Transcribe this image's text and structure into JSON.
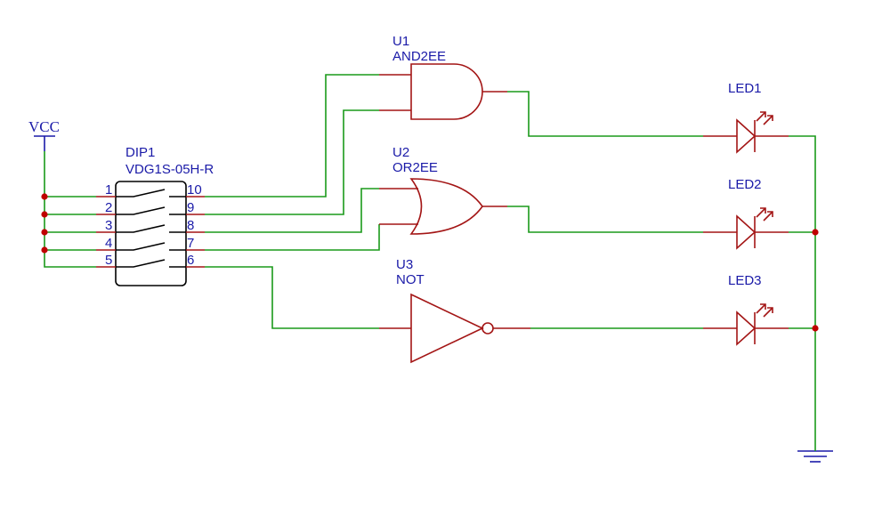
{
  "power": {
    "vcc_label": "VCC"
  },
  "dip": {
    "ref": "DIP1",
    "value": "VDG1S-05H-R",
    "left_pins": [
      "1",
      "2",
      "3",
      "4",
      "5"
    ],
    "right_pins": [
      "10",
      "9",
      "8",
      "7",
      "6"
    ]
  },
  "u1": {
    "ref": "U1",
    "value": "AND2EE"
  },
  "u2": {
    "ref": "U2",
    "value": "OR2EE"
  },
  "u3": {
    "ref": "U3",
    "value": "NOT"
  },
  "leds": [
    {
      "ref": "LED1"
    },
    {
      "ref": "LED2"
    },
    {
      "ref": "LED3"
    }
  ],
  "colors": {
    "wire": "#1a9a1a",
    "component": "#a31515",
    "label": "#1a1aa8",
    "junction": "#c00000",
    "switch": "#000000"
  }
}
